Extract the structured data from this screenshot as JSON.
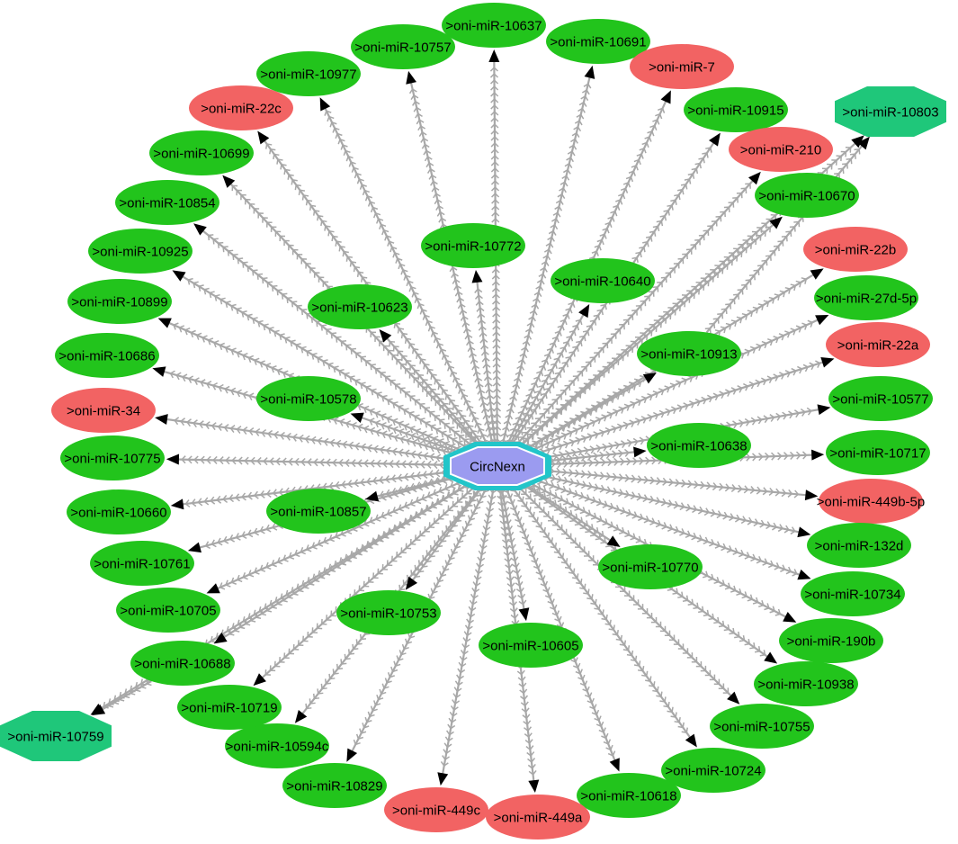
{
  "colors": {
    "green": "#22c41c",
    "red": "#f26363",
    "teal": "#1fc77a",
    "hub_fill": "#9b9bf0",
    "hub_border": "#22c5c9",
    "edge": "#a8a8a8",
    "arrow": "#000000"
  },
  "hub": {
    "id": "hub",
    "label": "CircNexn"
  },
  "nodes": [
    {
      "id": "n10637",
      "label": ">oni-miR-10637",
      "color": "green",
      "shape": "ellipse"
    },
    {
      "id": "n10691",
      "label": ">oni-miR-10691",
      "color": "green",
      "shape": "ellipse"
    },
    {
      "id": "n7",
      "label": ">oni-miR-7",
      "color": "red",
      "shape": "ellipse"
    },
    {
      "id": "n10915",
      "label": ">oni-miR-10915",
      "color": "green",
      "shape": "ellipse"
    },
    {
      "id": "n10803",
      "label": ">oni-miR-10803",
      "color": "teal",
      "shape": "octagon"
    },
    {
      "id": "n210",
      "label": ">oni-miR-210",
      "color": "red",
      "shape": "ellipse"
    },
    {
      "id": "n10670",
      "label": ">oni-miR-10670",
      "color": "green",
      "shape": "ellipse"
    },
    {
      "id": "n22b",
      "label": ">oni-miR-22b",
      "color": "red",
      "shape": "ellipse"
    },
    {
      "id": "n27d",
      "label": ">oni-miR-27d-5p",
      "color": "green",
      "shape": "ellipse"
    },
    {
      "id": "n22a",
      "label": ">oni-miR-22a",
      "color": "red",
      "shape": "ellipse"
    },
    {
      "id": "n10577",
      "label": ">oni-miR-10577",
      "color": "green",
      "shape": "ellipse"
    },
    {
      "id": "n10717",
      "label": ">oni-miR-10717",
      "color": "green",
      "shape": "ellipse"
    },
    {
      "id": "n449b",
      "label": ">oni-miR-449b-5p",
      "color": "red",
      "shape": "ellipse"
    },
    {
      "id": "n132d",
      "label": ">oni-miR-132d",
      "color": "green",
      "shape": "ellipse"
    },
    {
      "id": "n10734",
      "label": ">oni-miR-10734",
      "color": "green",
      "shape": "ellipse"
    },
    {
      "id": "n190b",
      "label": ">oni-miR-190b",
      "color": "green",
      "shape": "ellipse"
    },
    {
      "id": "n10938",
      "label": ">oni-miR-10938",
      "color": "green",
      "shape": "ellipse"
    },
    {
      "id": "n10755",
      "label": ">oni-miR-10755",
      "color": "green",
      "shape": "ellipse"
    },
    {
      "id": "n10724",
      "label": ">oni-miR-10724",
      "color": "green",
      "shape": "ellipse"
    },
    {
      "id": "n10618",
      "label": ">oni-miR-10618",
      "color": "green",
      "shape": "ellipse"
    },
    {
      "id": "n449a",
      "label": ">oni-miR-449a",
      "color": "red",
      "shape": "ellipse"
    },
    {
      "id": "n449c",
      "label": ">oni-miR-449c",
      "color": "red",
      "shape": "ellipse"
    },
    {
      "id": "n10829",
      "label": ">oni-miR-10829",
      "color": "green",
      "shape": "ellipse"
    },
    {
      "id": "n10594c",
      "label": ">oni-miR-10594c",
      "color": "green",
      "shape": "ellipse"
    },
    {
      "id": "n10719",
      "label": ">oni-miR-10719",
      "color": "green",
      "shape": "ellipse"
    },
    {
      "id": "n10759",
      "label": ">oni-miR-10759",
      "color": "teal",
      "shape": "octagon"
    },
    {
      "id": "n10688",
      "label": ">oni-miR-10688",
      "color": "green",
      "shape": "ellipse"
    },
    {
      "id": "n10705",
      "label": ">oni-miR-10705",
      "color": "green",
      "shape": "ellipse"
    },
    {
      "id": "n10761",
      "label": ">oni-miR-10761",
      "color": "green",
      "shape": "ellipse"
    },
    {
      "id": "n10660",
      "label": ">oni-miR-10660",
      "color": "green",
      "shape": "ellipse"
    },
    {
      "id": "n10775",
      "label": ">oni-miR-10775",
      "color": "green",
      "shape": "ellipse"
    },
    {
      "id": "n34",
      "label": ">oni-miR-34",
      "color": "red",
      "shape": "ellipse"
    },
    {
      "id": "n10686",
      "label": ">oni-miR-10686",
      "color": "green",
      "shape": "ellipse"
    },
    {
      "id": "n10899",
      "label": ">oni-miR-10899",
      "color": "green",
      "shape": "ellipse"
    },
    {
      "id": "n10925",
      "label": ">oni-miR-10925",
      "color": "green",
      "shape": "ellipse"
    },
    {
      "id": "n10854",
      "label": ">oni-miR-10854",
      "color": "green",
      "shape": "ellipse"
    },
    {
      "id": "n10699",
      "label": ">oni-miR-10699",
      "color": "green",
      "shape": "ellipse"
    },
    {
      "id": "n22c",
      "label": ">oni-miR-22c",
      "color": "red",
      "shape": "ellipse"
    },
    {
      "id": "n10977",
      "label": ">oni-miR-10977",
      "color": "green",
      "shape": "ellipse"
    },
    {
      "id": "n10757",
      "label": ">oni-miR-10757",
      "color": "green",
      "shape": "ellipse"
    },
    {
      "id": "n10772",
      "label": ">oni-miR-10772",
      "color": "green",
      "shape": "ellipse"
    },
    {
      "id": "n10640",
      "label": ">oni-miR-10640",
      "color": "green",
      "shape": "ellipse"
    },
    {
      "id": "n10913",
      "label": ">oni-miR-10913",
      "color": "green",
      "shape": "ellipse"
    },
    {
      "id": "n10638",
      "label": ">oni-miR-10638",
      "color": "green",
      "shape": "ellipse"
    },
    {
      "id": "n10770",
      "label": ">oni-miR-10770",
      "color": "green",
      "shape": "ellipse"
    },
    {
      "id": "n10605",
      "label": ">oni-miR-10605",
      "color": "green",
      "shape": "ellipse"
    },
    {
      "id": "n10753",
      "label": ">oni-miR-10753",
      "color": "green",
      "shape": "ellipse"
    },
    {
      "id": "n10857",
      "label": ">oni-miR-10857",
      "color": "green",
      "shape": "ellipse"
    },
    {
      "id": "n10578",
      "label": ">oni-miR-10578",
      "color": "green",
      "shape": "ellipse"
    },
    {
      "id": "n10623",
      "label": ">oni-miR-10623",
      "color": "green",
      "shape": "ellipse"
    }
  ],
  "edges": [
    {
      "from": "hub",
      "to": "n10637"
    },
    {
      "from": "hub",
      "to": "n10691"
    },
    {
      "from": "hub",
      "to": "n7"
    },
    {
      "from": "hub",
      "to": "n10915"
    },
    {
      "from": "hub",
      "to": "n10803"
    },
    {
      "from": "hub",
      "to": "n210"
    },
    {
      "from": "hub",
      "to": "n10670"
    },
    {
      "from": "hub",
      "to": "n22b"
    },
    {
      "from": "hub",
      "to": "n27d"
    },
    {
      "from": "hub",
      "to": "n22a"
    },
    {
      "from": "hub",
      "to": "n10577"
    },
    {
      "from": "hub",
      "to": "n10717"
    },
    {
      "from": "hub",
      "to": "n449b"
    },
    {
      "from": "hub",
      "to": "n132d"
    },
    {
      "from": "hub",
      "to": "n10734"
    },
    {
      "from": "hub",
      "to": "n190b"
    },
    {
      "from": "hub",
      "to": "n10938"
    },
    {
      "from": "hub",
      "to": "n10755"
    },
    {
      "from": "hub",
      "to": "n10724"
    },
    {
      "from": "hub",
      "to": "n10618"
    },
    {
      "from": "hub",
      "to": "n449a"
    },
    {
      "from": "hub",
      "to": "n449c"
    },
    {
      "from": "hub",
      "to": "n10829"
    },
    {
      "from": "hub",
      "to": "n10594c"
    },
    {
      "from": "hub",
      "to": "n10719"
    },
    {
      "from": "hub",
      "to": "n10759"
    },
    {
      "from": "hub",
      "to": "n10688"
    },
    {
      "from": "hub",
      "to": "n10705"
    },
    {
      "from": "hub",
      "to": "n10761"
    },
    {
      "from": "hub",
      "to": "n10660"
    },
    {
      "from": "hub",
      "to": "n10775"
    },
    {
      "from": "hub",
      "to": "n34"
    },
    {
      "from": "hub",
      "to": "n10686"
    },
    {
      "from": "hub",
      "to": "n10899"
    },
    {
      "from": "hub",
      "to": "n10925"
    },
    {
      "from": "hub",
      "to": "n10854"
    },
    {
      "from": "hub",
      "to": "n10699"
    },
    {
      "from": "hub",
      "to": "n22c"
    },
    {
      "from": "hub",
      "to": "n10977"
    },
    {
      "from": "hub",
      "to": "n10757"
    },
    {
      "from": "hub",
      "to": "n10772"
    },
    {
      "from": "hub",
      "to": "n10640"
    },
    {
      "from": "hub",
      "to": "n10913"
    },
    {
      "from": "hub",
      "to": "n10638"
    },
    {
      "from": "hub",
      "to": "n10770"
    },
    {
      "from": "hub",
      "to": "n10605"
    },
    {
      "from": "hub",
      "to": "n10753"
    },
    {
      "from": "hub",
      "to": "n10857"
    },
    {
      "from": "hub",
      "to": "n10578"
    },
    {
      "from": "hub",
      "to": "n10623"
    },
    {
      "from": "n10913",
      "to": "n10803"
    },
    {
      "from": "n10688",
      "to": "n10759"
    }
  ]
}
